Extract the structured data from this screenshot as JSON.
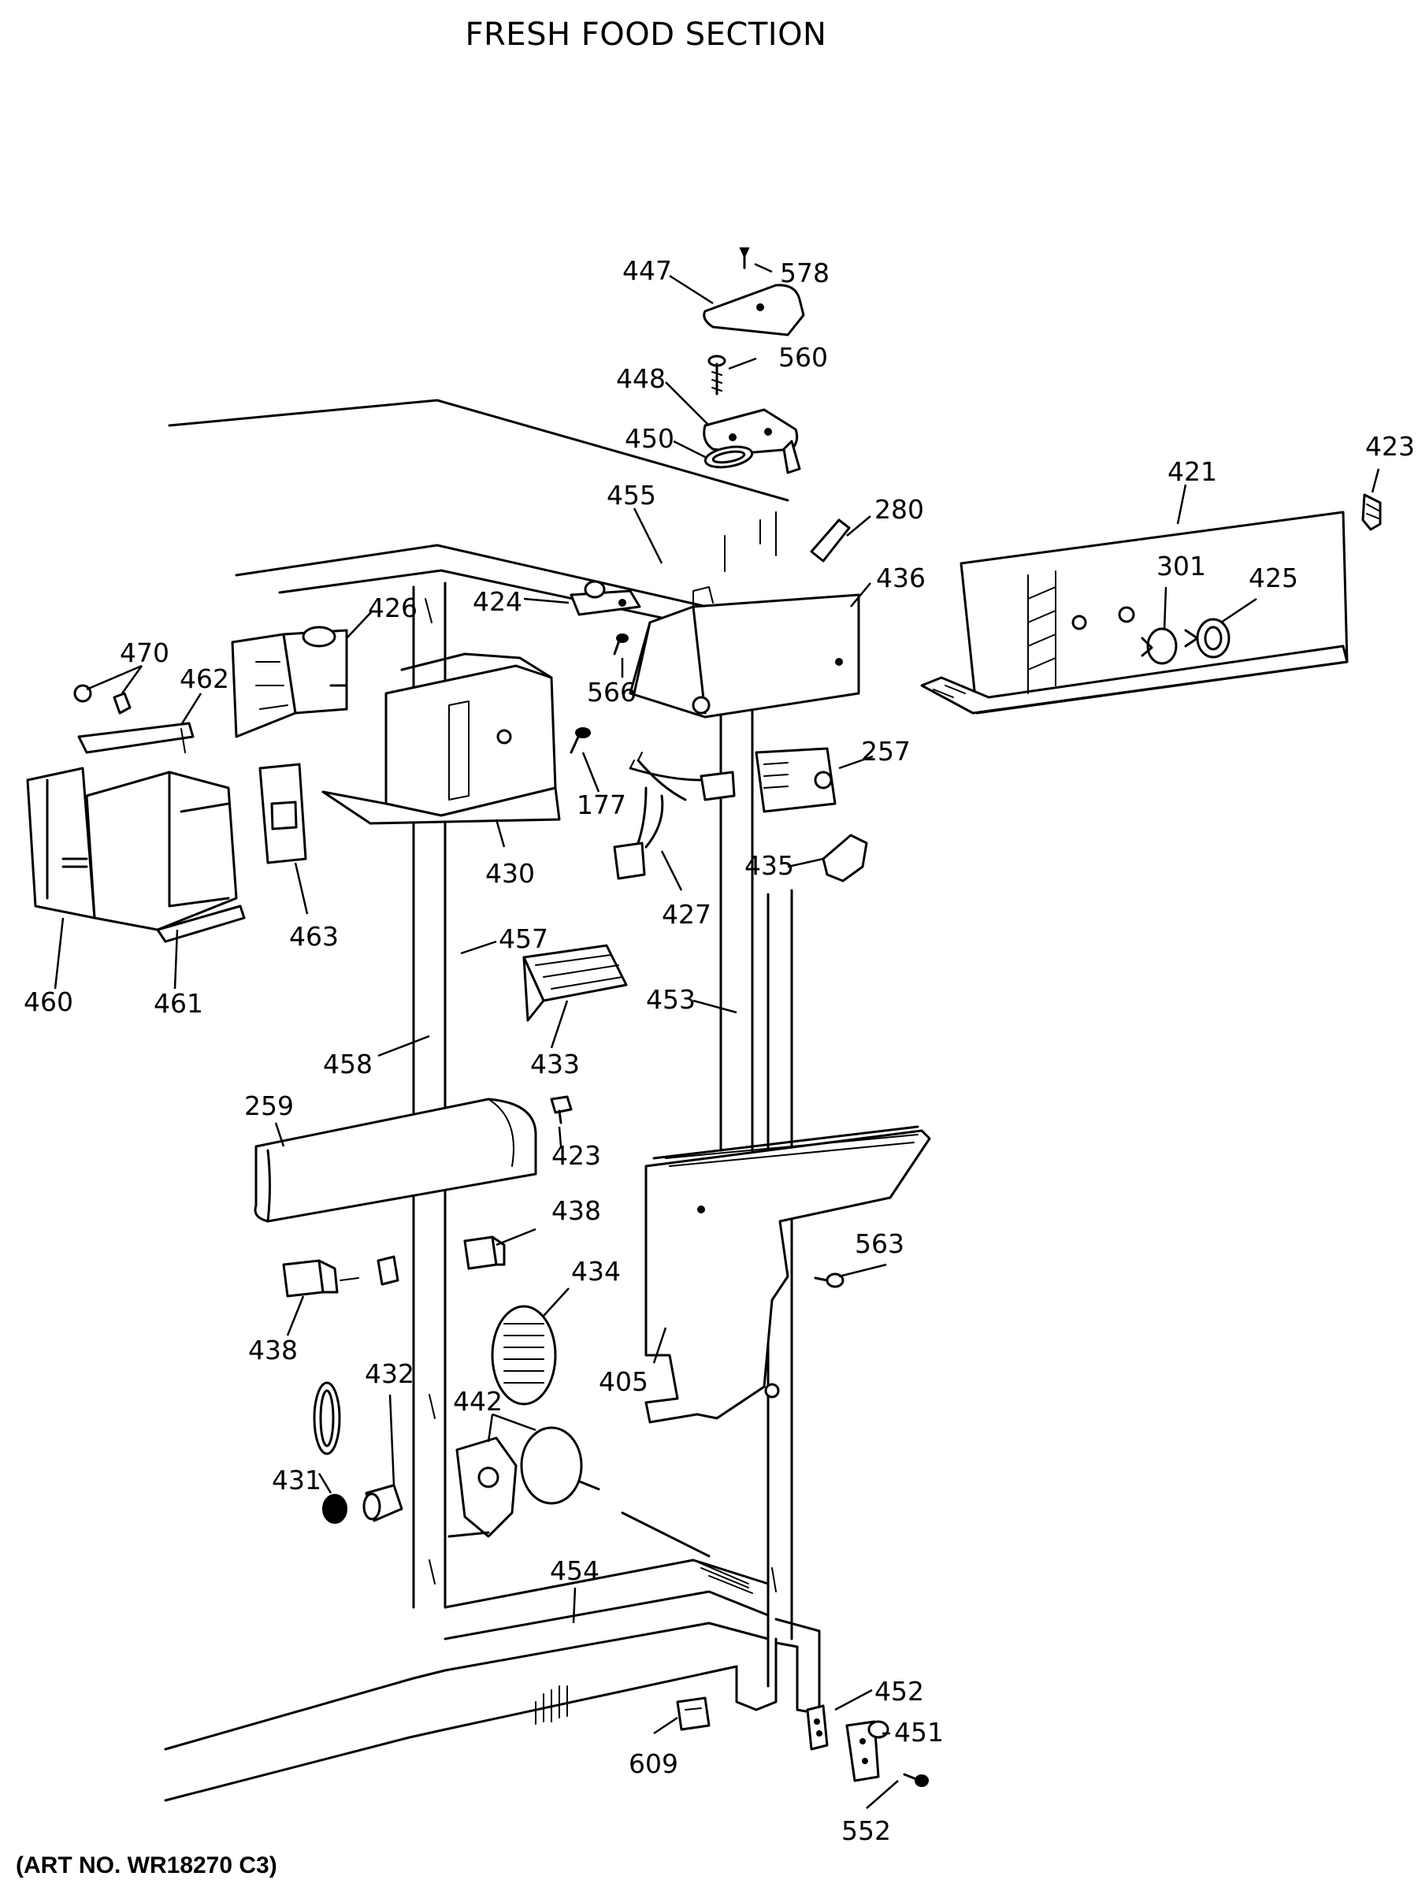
{
  "title": "FRESH FOOD SECTION",
  "art_number": "(ART NO. WR18270 C3)",
  "callouts": [
    {
      "id": "447",
      "label": "447"
    },
    {
      "id": "578",
      "label": "578"
    },
    {
      "id": "448",
      "label": "448"
    },
    {
      "id": "560",
      "label": "560"
    },
    {
      "id": "450",
      "label": "450"
    },
    {
      "id": "455",
      "label": "455"
    },
    {
      "id": "280",
      "label": "280"
    },
    {
      "id": "421",
      "label": "421"
    },
    {
      "id": "423a",
      "label": "423"
    },
    {
      "id": "424",
      "label": "424"
    },
    {
      "id": "436",
      "label": "436"
    },
    {
      "id": "301",
      "label": "301"
    },
    {
      "id": "425",
      "label": "425"
    },
    {
      "id": "426",
      "label": "426"
    },
    {
      "id": "470",
      "label": "470"
    },
    {
      "id": "462",
      "label": "462"
    },
    {
      "id": "566",
      "label": "566"
    },
    {
      "id": "177",
      "label": "177"
    },
    {
      "id": "257",
      "label": "257"
    },
    {
      "id": "430",
      "label": "430"
    },
    {
      "id": "463",
      "label": "463"
    },
    {
      "id": "427",
      "label": "427"
    },
    {
      "id": "435",
      "label": "435"
    },
    {
      "id": "457",
      "label": "457"
    },
    {
      "id": "460",
      "label": "460"
    },
    {
      "id": "461",
      "label": "461"
    },
    {
      "id": "453",
      "label": "453"
    },
    {
      "id": "458",
      "label": "458"
    },
    {
      "id": "433",
      "label": "433"
    },
    {
      "id": "259",
      "label": "259"
    },
    {
      "id": "423b",
      "label": "423"
    },
    {
      "id": "438a",
      "label": "438"
    },
    {
      "id": "563",
      "label": "563"
    },
    {
      "id": "434",
      "label": "434"
    },
    {
      "id": "438b",
      "label": "438"
    },
    {
      "id": "405",
      "label": "405"
    },
    {
      "id": "432",
      "label": "432"
    },
    {
      "id": "442",
      "label": "442"
    },
    {
      "id": "431",
      "label": "431"
    },
    {
      "id": "454",
      "label": "454"
    },
    {
      "id": "452",
      "label": "452"
    },
    {
      "id": "451",
      "label": "451"
    },
    {
      "id": "609",
      "label": "609"
    },
    {
      "id": "552",
      "label": "552"
    }
  ]
}
